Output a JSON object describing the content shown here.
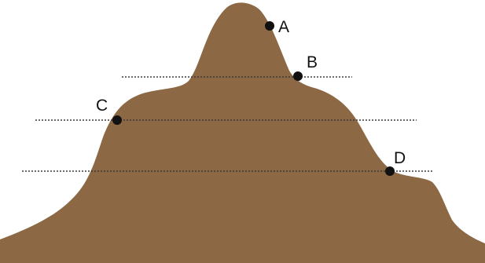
{
  "diagram": {
    "mountain_color": "#8c6845",
    "line_color": "#3a3a3a",
    "point_color": "#111111",
    "points": [
      {
        "id": "a",
        "label": "A"
      },
      {
        "id": "b",
        "label": "B"
      },
      {
        "id": "c",
        "label": "C"
      },
      {
        "id": "d",
        "label": "D"
      }
    ],
    "contour_lines": [
      {
        "id": "b",
        "through_point": "B"
      },
      {
        "id": "c",
        "through_point": "C"
      },
      {
        "id": "d",
        "through_point": "D"
      }
    ]
  }
}
